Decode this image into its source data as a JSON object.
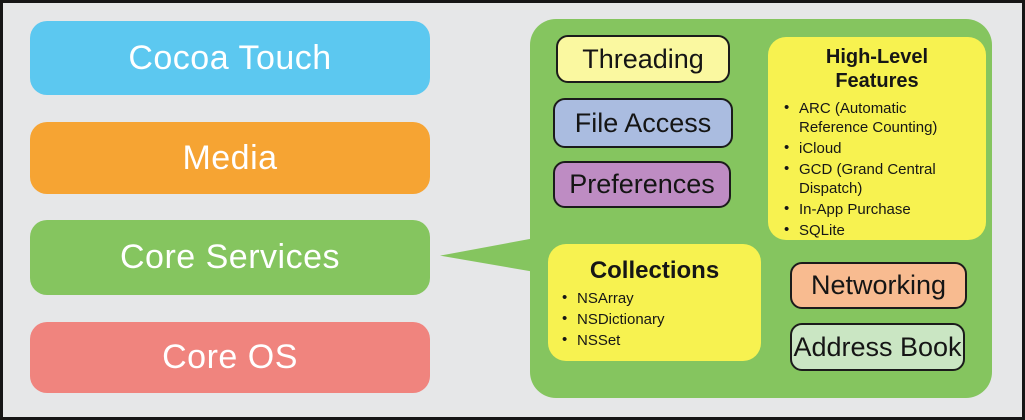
{
  "canvas": {
    "background": "#E6E7E8",
    "border_color": "#161616"
  },
  "stack": {
    "layers": [
      {
        "label": "Cocoa Touch",
        "color": "#5CC8F0",
        "text_color": "#FFFFFF"
      },
      {
        "label": "Media",
        "color": "#F6A433",
        "text_color": "#FFFFFF"
      },
      {
        "label": "Core Services",
        "color": "#85C55F",
        "text_color": "#FFFFFF"
      },
      {
        "label": "Core OS",
        "color": "#F0847E",
        "text_color": "#FFFFFF"
      }
    ]
  },
  "detail_panel": {
    "color": "#85C55F",
    "points_to": "Core Services",
    "pills": [
      {
        "label": "Threading",
        "color": "#FAF8A0"
      },
      {
        "label": "File Access",
        "color": "#AABCE0"
      },
      {
        "label": "Preferences",
        "color": "#BE8CC3"
      },
      {
        "label": "Networking",
        "color": "#F8BB90"
      },
      {
        "label": "Address Book",
        "color": "#CAE6C3"
      }
    ],
    "high_level_features": {
      "title_line1": "High-Level",
      "title_line2": "Features",
      "color": "#F7F250",
      "items": [
        "ARC (Automatic Reference Counting)",
        "iCloud",
        "GCD (Grand Central Dispatch)",
        "In-App Purchase",
        "SQLite"
      ]
    },
    "collections": {
      "title": "Collections",
      "color": "#F7F250",
      "items": [
        "NSArray",
        "NSDictionary",
        "NSSet"
      ]
    }
  }
}
